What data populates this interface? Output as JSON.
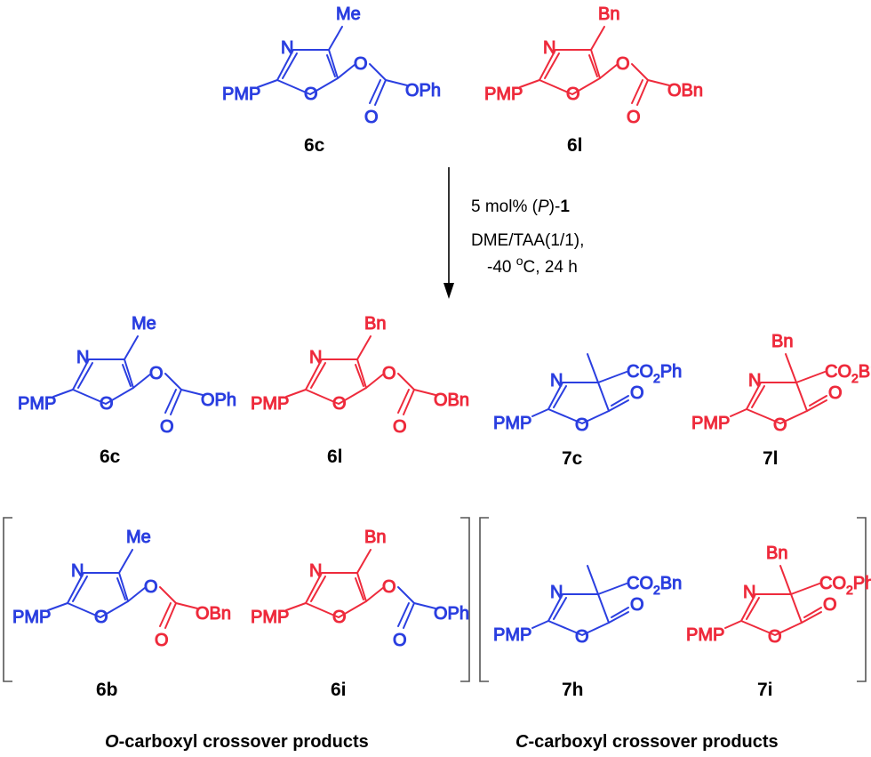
{
  "atoms": {
    "me": "Me",
    "bn": "Bn",
    "n": "N",
    "o": "O",
    "pmp": "PMP",
    "ophAlt": "OPh",
    "obnAlt": "OBn",
    "ph": "Ph",
    "co": "CO",
    "sub2": "2"
  },
  "compounds": [
    {
      "id": "6c",
      "label": "6c"
    },
    {
      "id": "6l",
      "label": "6l"
    },
    {
      "id": "6c_p",
      "label": "6c"
    },
    {
      "id": "6l_p",
      "label": "6l"
    },
    {
      "id": "7c",
      "label": "7c"
    },
    {
      "id": "7l",
      "label": "7l"
    },
    {
      "id": "6b",
      "label": "6b"
    },
    {
      "id": "6i",
      "label": "6i"
    },
    {
      "id": "7h",
      "label": "7h"
    },
    {
      "id": "7i",
      "label": "7i"
    }
  ],
  "conditions": {
    "line1_prefix": "5 mol% (",
    "line1_italic": "P",
    "line1_mid": ")-",
    "line1_bold": "1",
    "line2": "DME/TAA(1/1),",
    "line3_prefix": "-40 ",
    "line3_sup": "o",
    "line3_suffix": "C, 24 h"
  },
  "captions": {
    "o_italic": "O",
    "o_rest": "-carboxyl crossover products",
    "c_italic": "C",
    "c_rest": "-carboxyl crossover products"
  },
  "colors": {
    "blue": "#2b3fe0",
    "red": "#ee2b3c"
  }
}
